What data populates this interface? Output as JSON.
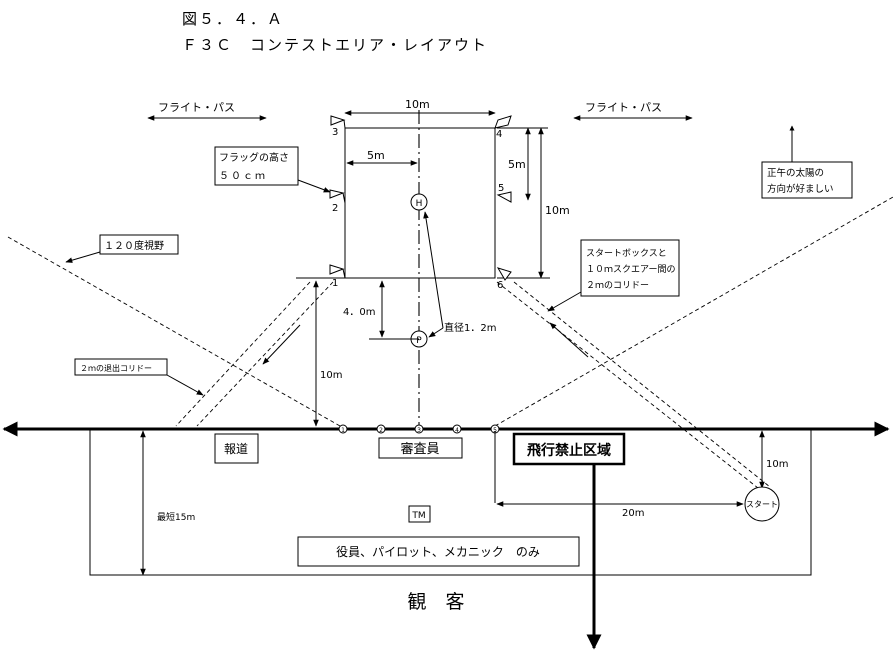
{
  "figure": {
    "number": "図５．４．Ａ",
    "title": "Ｆ３Ｃ　コンテストエリア・レイアウト"
  },
  "flight_path": {
    "left": "フライト・パス",
    "right": "フライト・パス"
  },
  "square": {
    "width": "10m",
    "half_width": "5m",
    "half_height": "5m",
    "height": "10m",
    "distance_to_line": "10m",
    "p_offset": "4．0m",
    "flags": [
      "1",
      "2",
      "3",
      "4",
      "5",
      "6"
    ]
  },
  "markers": {
    "h": "H",
    "p": "P",
    "diameter": "直径1．2m",
    "start": "スタート",
    "tm": "TM"
  },
  "notes": {
    "flag_height": [
      "フラッグの高さ",
      "５０ｃｍ"
    ],
    "view_angle": "１２０度視野",
    "exit_corridor": "２ｍの退出コリドー",
    "start_corridor": [
      "スタートボックスと",
      "１０ｍスクエアー間の",
      "２ｍのコリドー"
    ],
    "sun": [
      "正午の太陽の",
      "方向が好ましい"
    ]
  },
  "ground": {
    "press": "報道",
    "judges": "審査員",
    "no_fly": "飛行禁止区域",
    "min_distance": "最短15m",
    "start_down": "10m",
    "start_across": "20m",
    "crew_only": "役員、パイロット、メカニック　のみ",
    "spectators": "観　客",
    "positions": [
      "1",
      "2",
      "3",
      "4",
      "5"
    ]
  }
}
